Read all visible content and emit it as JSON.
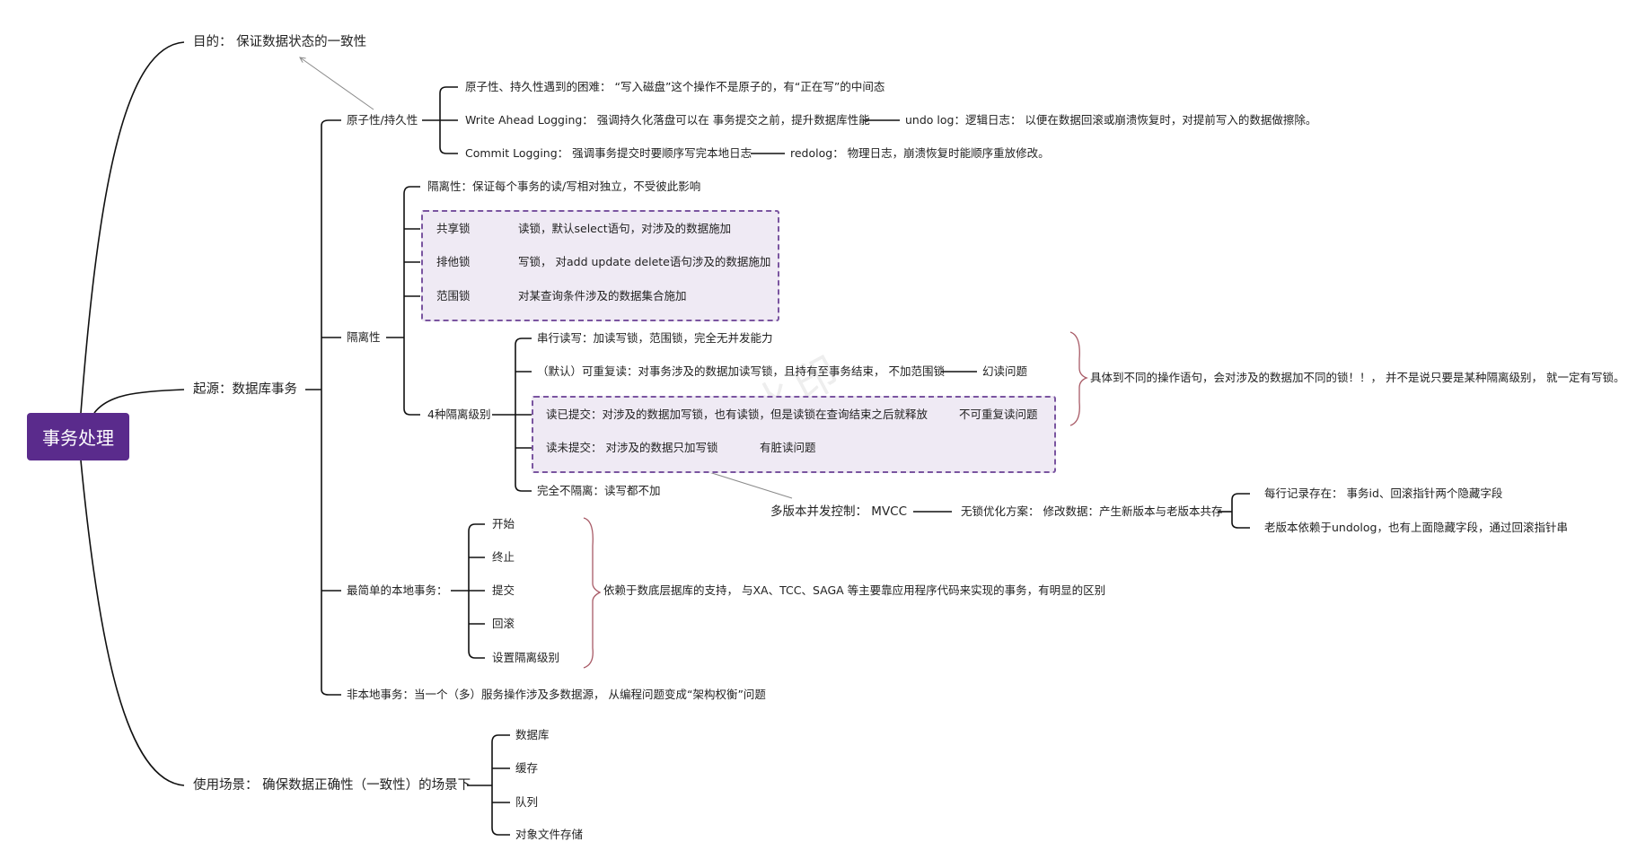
{
  "root": "事务处理",
  "purpose": "目的：  保证数据状态的一致性",
  "origin": "起源：数据库事务",
  "scenario": "使用场景：  确保数据正确性（一致性）的场景下",
  "atomicity": {
    "label": "原子性/持久性",
    "difficulty": "原子性、持久性遇到的困难：  “写入磁盘”这个操作不是原子的，有“正在写”的中间态",
    "wal": "Write Ahead Logging：  强调持久化落盘可以在 事务提交之前，提升数据库性能",
    "undo": "undo log：逻辑日志：  以便在数据回滚或崩溃恢复时，对提前写入的数据做擦除。",
    "commit": "Commit Logging：  强调事务提交时要顺序写完本地日志",
    "redo": "redolog：  物理日志，崩溃恢复时能顺序重放修改。"
  },
  "isolation": {
    "label": "隔离性",
    "desc": "隔离性：保证每个事务的读/写相对独立，不受彼此影响",
    "locks": [
      {
        "name": "共享锁",
        "desc": "读锁，默认select语句，对涉及的数据施加"
      },
      {
        "name": "排他锁",
        "desc": "写锁，  对add update delete语句涉及的数据施加"
      },
      {
        "name": "范围锁",
        "desc": "对某查询条件涉及的数据集合施加"
      }
    ],
    "levels_label": "4种隔离级别",
    "serializable": "串行读写：加读写锁，范围锁，完全无并发能力",
    "repeatable": "（默认）可重复读：对事务涉及的数据加读写锁，且持有至事务结束，  不加范围锁",
    "phantom": "幻读问题",
    "read_committed": "读已提交：对涉及的数据加写锁，也有读锁，但是读锁在查询结束之后就释放",
    "non_repeatable": "不可重复读问题",
    "read_uncommitted": "读未提交：  对涉及的数据只加写锁",
    "dirty": "有脏读问题",
    "none": "完全不隔离：读写都不加",
    "note": "具体到不同的操作语句，会对涉及的数据加不同的锁！！，  并不是说只要是某种隔离级别，  就一定有写锁。",
    "mvcc": "多版本并发控制：  MVCC",
    "lockfree": "无锁优化方案：  修改数据：产生新版本与老版本共存",
    "mvcc_a": "每行记录存在：  事务id、回滚指针两个隐藏字段",
    "mvcc_b": "老版本依赖于undolog，也有上面隐藏字段，通过回滚指针串"
  },
  "local": {
    "label": "最简单的本地事务：",
    "steps": [
      "开始",
      "终止",
      "提交",
      "回滚",
      "设置隔离级别"
    ],
    "note": "依赖于数底层据库的支持，  与XA、TCC、SAGA 等主要靠应用程序代码来实现的事务，有明显的区别"
  },
  "nonlocal": "非本地事务：当一个（多）服务操作涉及多数据源，  从编程问题变成“架构权衡”问题",
  "scenes": [
    "数据库",
    "缓存",
    "队列",
    "对象文件存储"
  ],
  "watermark": "禁用水印"
}
